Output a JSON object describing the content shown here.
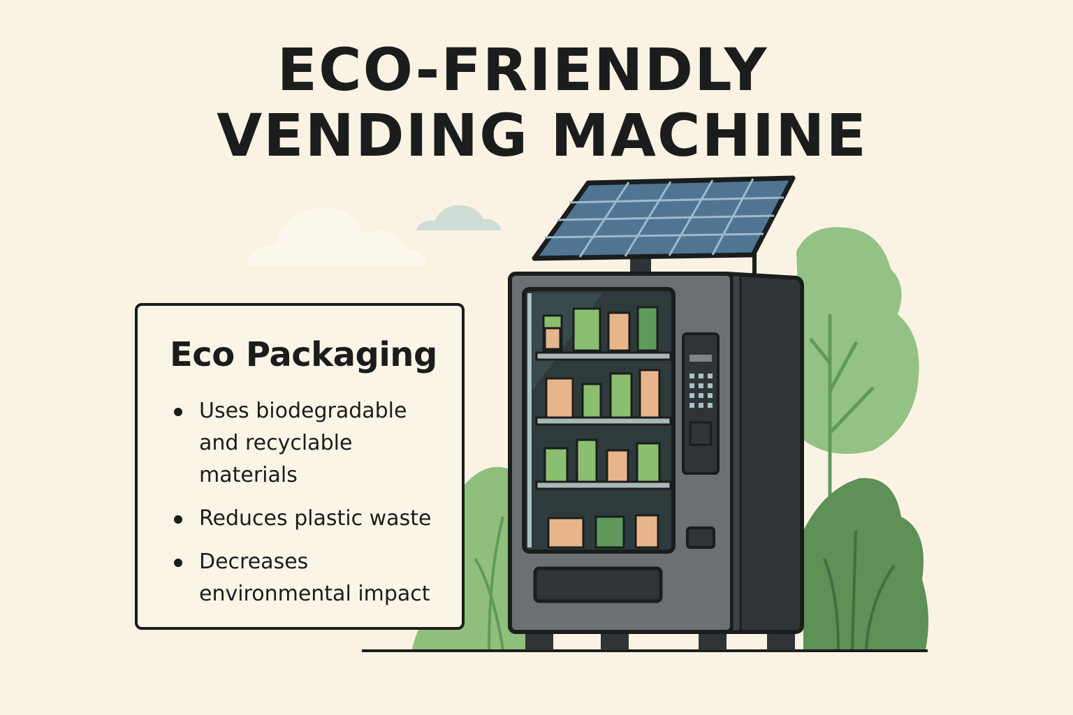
{
  "title": {
    "line1": "ECO-FRIENDLY",
    "line2": "VENDING MACHINE"
  },
  "card": {
    "heading": "Eco Packaging",
    "bullets": [
      "Uses biodegradable and recyclable materials",
      "Reduces plastic waste",
      "Decreases environmental impact"
    ]
  },
  "colors": {
    "background": "#faf3e4",
    "machine": "#6c7072",
    "side": "#2e3437",
    "panel": "#4f7593",
    "green": "#8bbf70",
    "tan": "#e8b58b"
  }
}
